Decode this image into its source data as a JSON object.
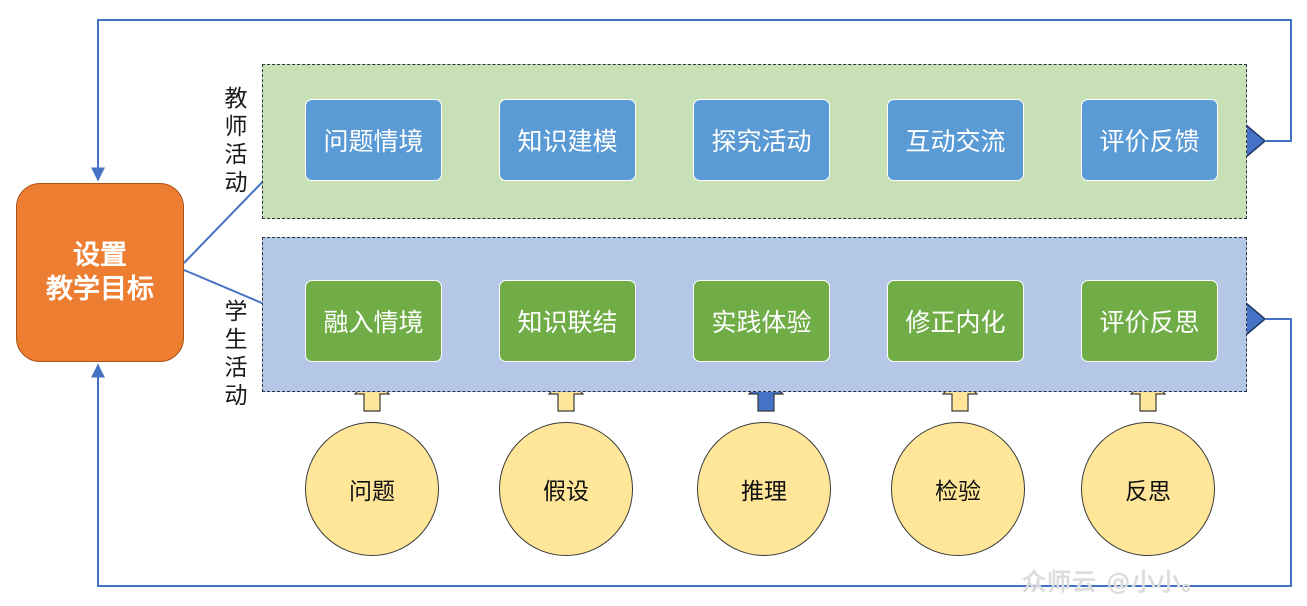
{
  "goal": {
    "line1": "设置",
    "line2": "教学目标"
  },
  "teacher_band": {
    "label_chars": [
      "教",
      "师",
      "活",
      "动"
    ]
  },
  "student_band": {
    "label_chars": [
      "学",
      "生",
      "活",
      "动"
    ]
  },
  "teacher_steps": [
    "问题情境",
    "知识建模",
    "探究活动",
    "互动交流",
    "评价反馈"
  ],
  "student_steps": [
    "融入情境",
    "知识联结",
    "实践体验",
    "修正内化",
    "评价反思"
  ],
  "thinking_circles": [
    "问题",
    "假设",
    "推理",
    "检验",
    "反思"
  ],
  "highlighted_up_arrow": "推理",
  "watermark": "众师云 @小小。",
  "colors": {
    "goal": "#ed7d31",
    "teacher_band": "#c8e0b6",
    "student_band": "#b4c7e7",
    "teacher_step": "#5b9bd5",
    "student_step": "#70ad47",
    "circle": "#ffe699",
    "up_arrow": "#ffe699",
    "up_arrow_highlight": "#4472c4",
    "connector": "#4472c4"
  }
}
